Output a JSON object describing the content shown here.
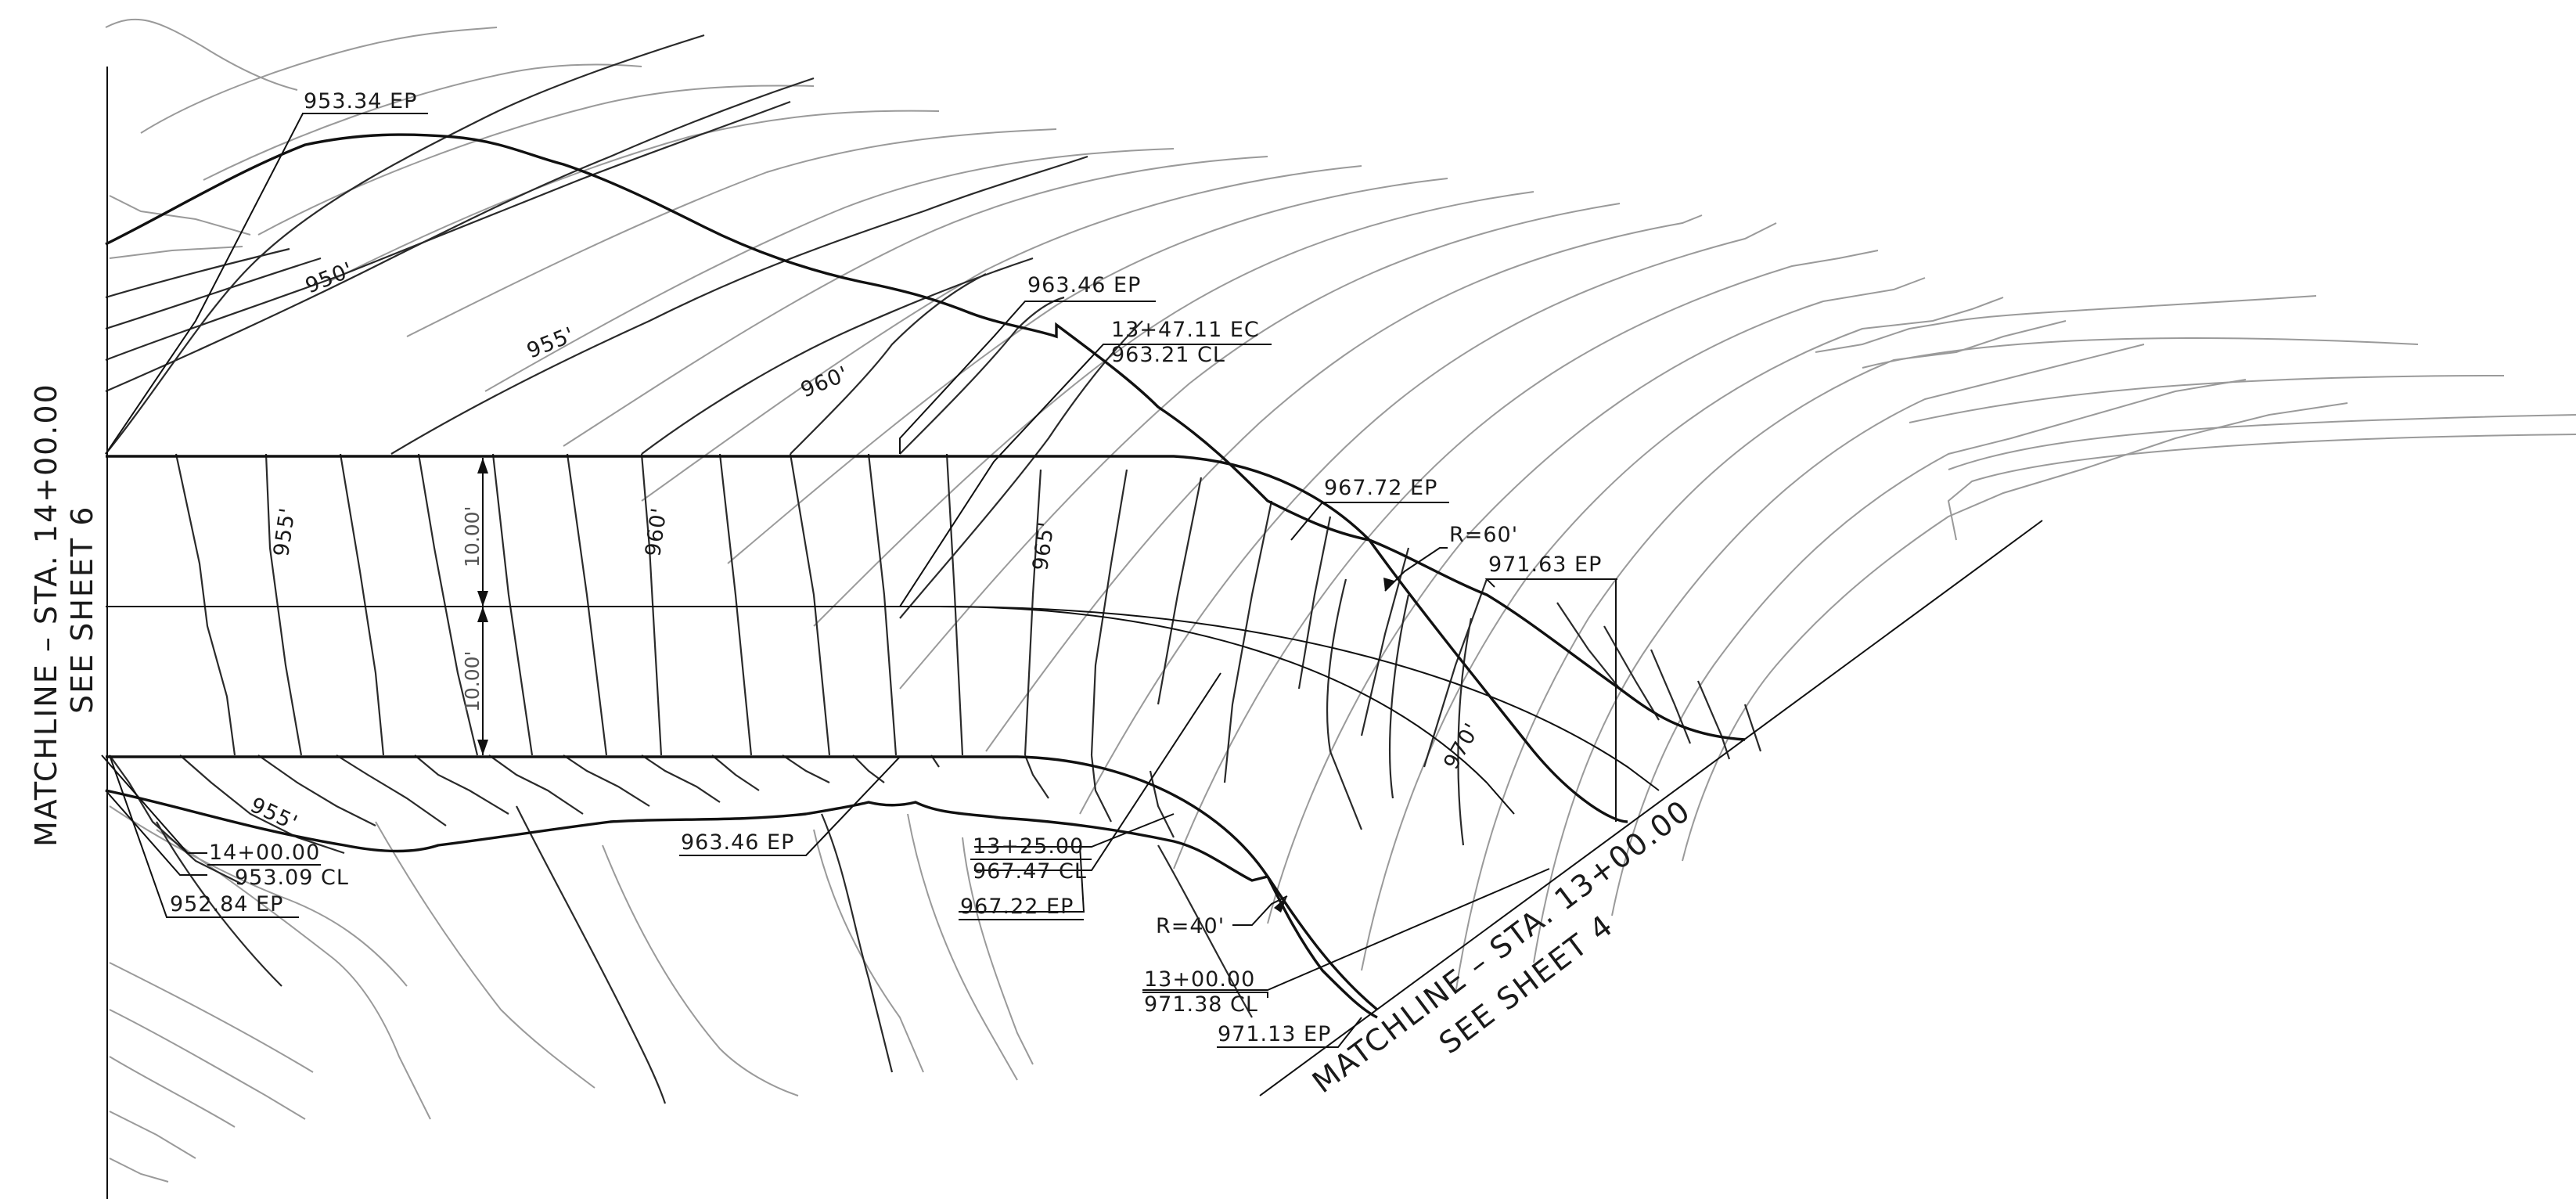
{
  "labels": {
    "ep_953_34": "953.34  EP",
    "ep_963_46_top": "963.46  EP",
    "ec_sta": "13+47.11  EC",
    "cl_963_21": "963.21  CL",
    "ep_967_72": "967.72  EP",
    "r60": "R=60'",
    "ep_971_63": "971.63  EP",
    "sta_1400": "14+00.00",
    "cl_953_09": "953.09  CL",
    "ep_952_84": "952.84  EP",
    "ep_963_46_bot": "963.46  EP",
    "sta_1325": "13+25.00",
    "cl_967_47": "967.47  CL",
    "ep_967_22": "967.22  EP",
    "r40": "R=40'",
    "sta_1300": "13+00.00",
    "cl_971_38": "971.38  CL",
    "ep_971_13": "971.13  EP"
  },
  "contours": {
    "c950": "950'",
    "c955_upper": "955'",
    "c960_upper": "960'",
    "c955_road": "955'",
    "c960_road": "960'",
    "c965_road": "965'",
    "c970": "970'",
    "c955_lower": "955'"
  },
  "dimensions": {
    "upper_half_width": "10.00'",
    "lower_half_width": "10.00'"
  },
  "matchlines": {
    "left_line1": "MATCHLINE  –  STA. 14+00.00",
    "left_line2": "SEE  SHEET  6",
    "right_line1": "MATCHLINE  –  STA. 13+00.00",
    "right_line2": "SEE  SHEET  4"
  }
}
